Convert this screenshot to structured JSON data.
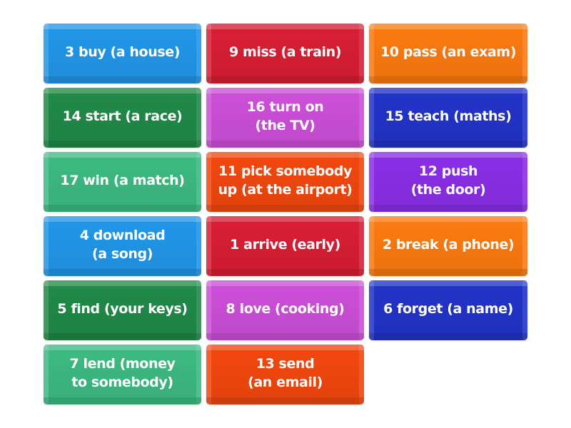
{
  "tiles": [
    {
      "label": "3 buy (a house)",
      "color": "#2196e8"
    },
    {
      "label": "9 miss (a train)",
      "color": "#d81e34"
    },
    {
      "label": "10 pass (an exam)",
      "color": "#fb7a10"
    },
    {
      "label": "14 start (a race)",
      "color": "#208a48"
    },
    {
      "label": "16 turn on\n(the TV)",
      "color": "#cc4fd8"
    },
    {
      "label": "15 teach (maths)",
      "color": "#2233c8"
    },
    {
      "label": "17 win (a match)",
      "color": "#3dba82"
    },
    {
      "label": "11 pick somebody\nup (at the airport)",
      "color": "#f2470e"
    },
    {
      "label": "12 push\n(the door)",
      "color": "#8a2ee6"
    },
    {
      "label": "4 download\n(a song)",
      "color": "#2196e8"
    },
    {
      "label": "1 arrive (early)",
      "color": "#d81e34"
    },
    {
      "label": "2 break (a phone)",
      "color": "#fb7a10"
    },
    {
      "label": "5 find (your keys)",
      "color": "#208a48"
    },
    {
      "label": "8 love (cooking)",
      "color": "#cc4fd8"
    },
    {
      "label": "6 forget (a name)",
      "color": "#2233c8"
    },
    {
      "label": "7 lend (money\nto somebody)",
      "color": "#3dba82"
    },
    {
      "label": "13 send\n(an email)",
      "color": "#f2470e"
    }
  ]
}
